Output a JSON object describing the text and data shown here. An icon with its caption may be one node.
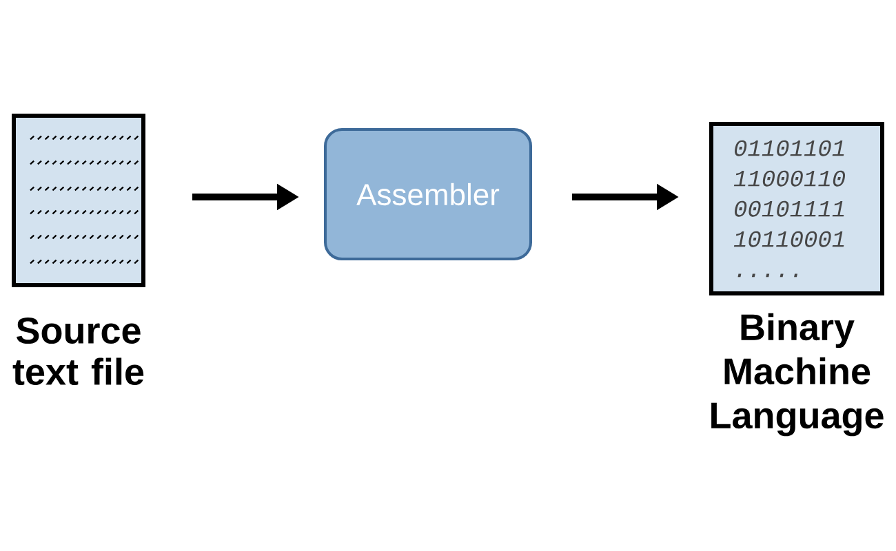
{
  "diagram": {
    "nodes": [
      {
        "text": [
          "Source text file"
        ]
      },
      {
        "text": [
          "Assembler"
        ]
      },
      {
        "text": [
          "01101101 11000110 00101111 10110001 .....",
          "Binary Machine Language"
        ]
      }
    ],
    "edges": [
      {
        "from": 0,
        "to": 1,
        "arrow": "to"
      },
      {
        "from": 1,
        "to": 2,
        "arrow": "to"
      }
    ]
  }
}
